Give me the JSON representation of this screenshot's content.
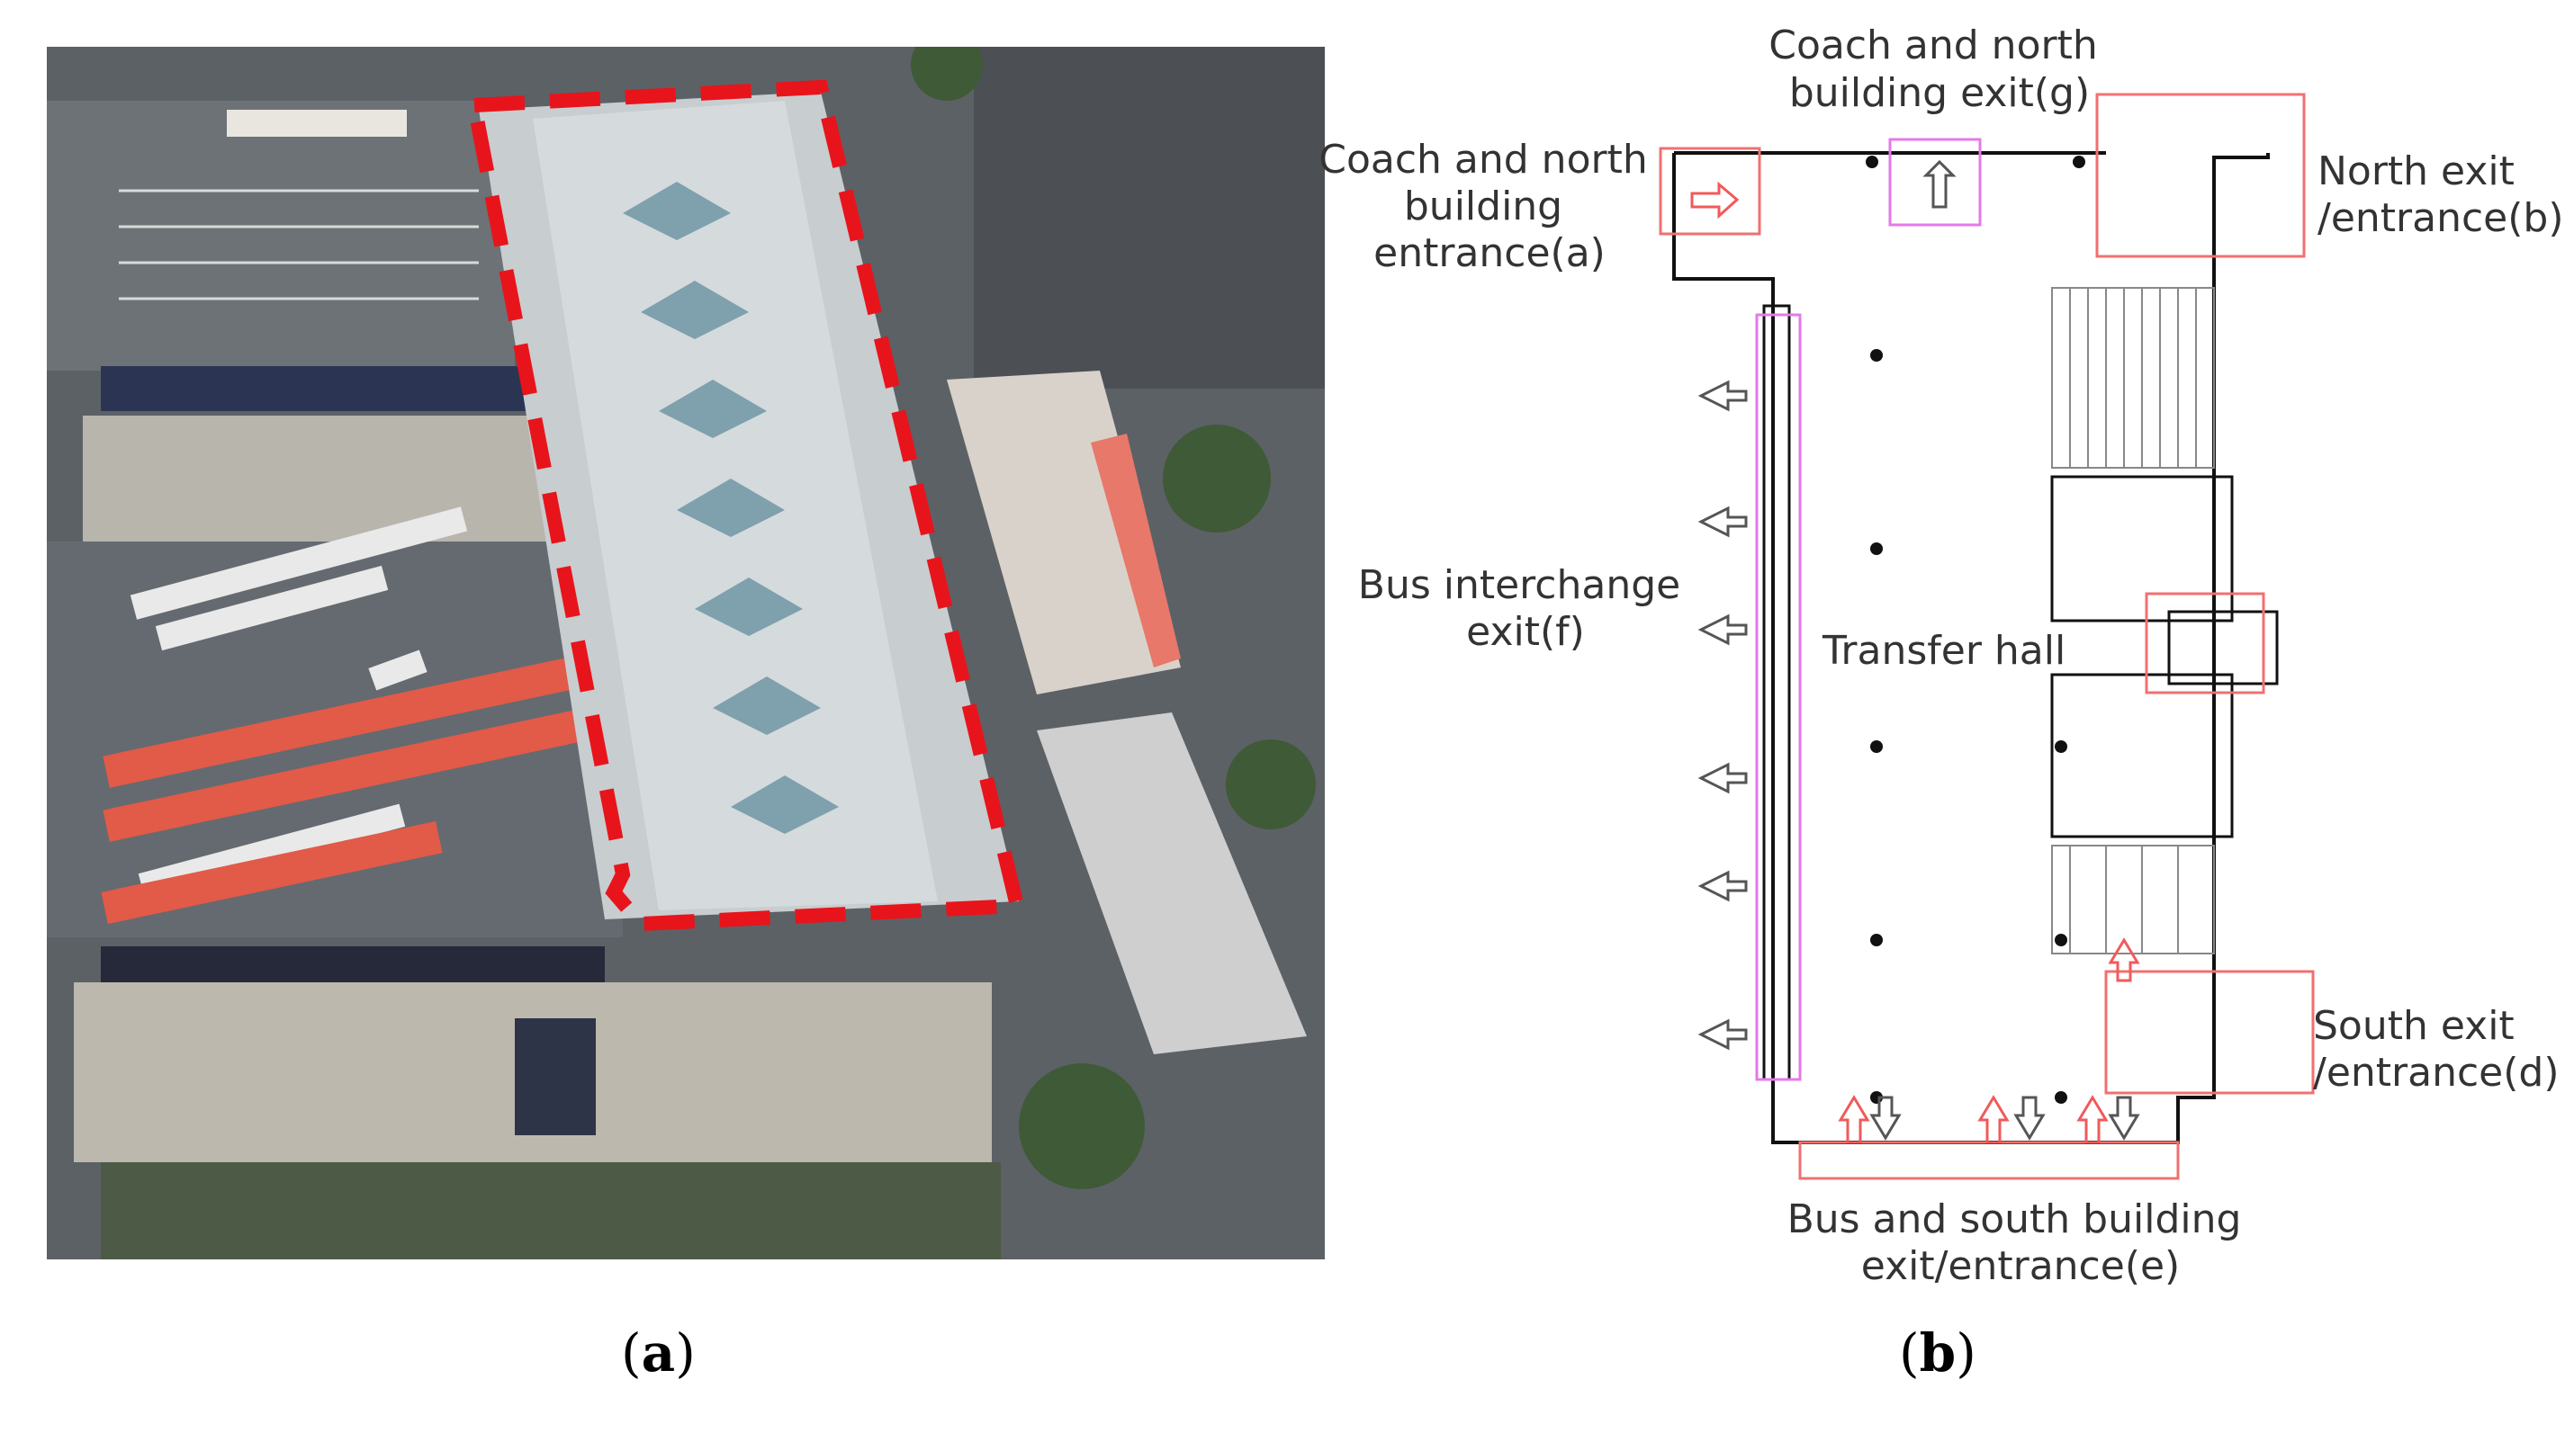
{
  "captions": {
    "a_open": "(",
    "a_letter": "a",
    "a_close": ")",
    "b_open": "(",
    "b_letter": "b",
    "b_close": ")"
  },
  "plan_labels": {
    "coach_north_exit": [
      "Coach and north",
      "building exit(g)"
    ],
    "coach_north_entrance": [
      "Coach and north",
      "building",
      "entrance(a)"
    ],
    "north_exit": [
      "North exit",
      "/entrance(b)"
    ],
    "bus_interchange": [
      "Bus interchange",
      "exit(f)"
    ],
    "transfer_hall": "Transfer hall",
    "south_exit": [
      "South exit",
      "/entrance(d)"
    ],
    "bus_south": [
      "Bus and south building",
      "exit/entrance(e)"
    ]
  },
  "colors": {
    "highlight_red": "#e8141b",
    "box_red": "#f07070",
    "box_magenta": "#e37ae8",
    "arrow_red": "#f05a5a",
    "plan_line": "#111111"
  }
}
